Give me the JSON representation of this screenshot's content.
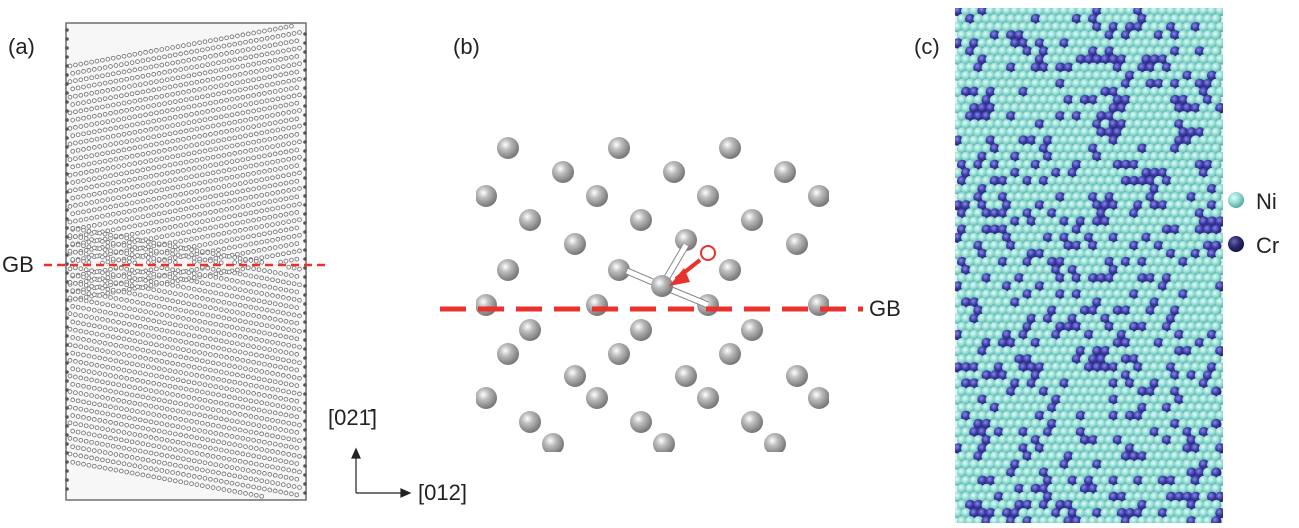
{
  "panels": {
    "a": {
      "label": "(a)",
      "gb_label": "GB"
    },
    "b": {
      "label": "(b)",
      "gb_label": "GB"
    },
    "c": {
      "label": "(c)"
    }
  },
  "axes": {
    "vertical": "[021̄]",
    "horizontal": "[012]"
  },
  "legend": {
    "items": [
      {
        "label": "Ni",
        "color": "#7fd3cc"
      },
      {
        "label": "Cr",
        "color": "#2c2a6e"
      }
    ]
  },
  "colors": {
    "gb_line": "#e8322b",
    "atom_gray": "#9a9a9a",
    "ni": "#8fdcd3",
    "cr": "#3b3aa6"
  }
}
